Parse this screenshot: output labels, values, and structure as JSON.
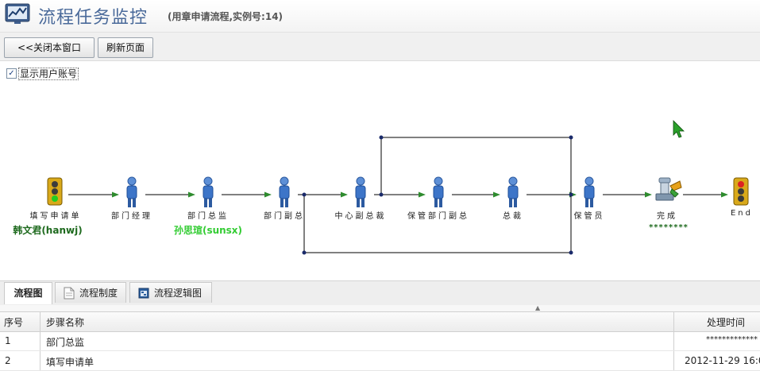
{
  "title": {
    "main": "流程任务监控",
    "sub": "(用章申请流程,实例号:14)"
  },
  "toolbar": {
    "close_label": "<<关闭本窗口",
    "refresh_label": "刷新页面"
  },
  "options": {
    "show_account_label": "显示用户账号",
    "show_account_checked": true
  },
  "flow": {
    "nodes": [
      {
        "label": "填写申请单",
        "user": "韩文君(hanwj)",
        "user_color": "#1e6a1e",
        "icon": "traffic-light-green-icon"
      },
      {
        "label": "部门经理",
        "icon": "person-icon"
      },
      {
        "label": "部门总监",
        "user": "孙思瑄(sunsx)",
        "user_color": "#33cc33",
        "icon": "person-icon"
      },
      {
        "label": "部门副总",
        "icon": "person-icon"
      },
      {
        "label": "中心副总裁",
        "icon": "person-icon"
      },
      {
        "label": "保管部门副总",
        "icon": "person-icon"
      },
      {
        "label": "总裁",
        "icon": "person-icon"
      },
      {
        "label": "保管员",
        "icon": "person-icon"
      },
      {
        "label": "完成",
        "user": "********",
        "user_color": "#1e6a1e",
        "icon": "stamp-icon"
      },
      {
        "label": "End",
        "icon": "traffic-light-red-icon"
      }
    ]
  },
  "tabs": [
    {
      "label": "流程图",
      "active": true
    },
    {
      "label": "流程制度",
      "icon": "document-icon"
    },
    {
      "label": "流程逻辑图",
      "icon": "diagram-window-icon"
    }
  ],
  "grid": {
    "headers": {
      "seq": "序号",
      "step": "步骤名称",
      "time": "处理时间"
    },
    "rows": [
      {
        "seq": "1",
        "step": "部门总监",
        "time": "*************"
      },
      {
        "seq": "2",
        "step": "填写申请单",
        "time": "2012-11-29 16:0"
      }
    ]
  },
  "colors": {
    "title_text": "#4a6a9a",
    "connector": "#000000",
    "arrow": "#2e8b2e",
    "node_dot": "#1a2a6a"
  }
}
